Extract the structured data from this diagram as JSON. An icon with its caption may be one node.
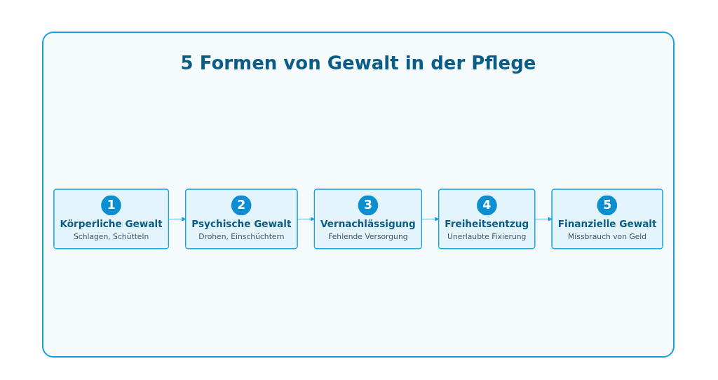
{
  "diagram": {
    "title": "5 Formen von Gewalt in der Pflege",
    "nodes": [
      {
        "text": [
          "1",
          "Körperliche Gewalt",
          "Schlagen, Schütteln"
        ]
      },
      {
        "text": [
          "2",
          "Psychische Gewalt",
          "Drohen, Einschüchtern"
        ]
      },
      {
        "text": [
          "3",
          "Vernachlässigung",
          "Fehlende Versorgung"
        ]
      },
      {
        "text": [
          "4",
          "Freiheitsentzug",
          "Unerlaubte Fixierung"
        ]
      },
      {
        "text": [
          "5",
          "Finanzielle Gewalt",
          "Missbrauch von Geld"
        ]
      }
    ],
    "edges": [
      {
        "from": 0,
        "to": 1,
        "arrow": "to"
      },
      {
        "from": 1,
        "to": 2,
        "arrow": "to"
      },
      {
        "from": 2,
        "to": 3,
        "arrow": "to"
      },
      {
        "from": 3,
        "to": 4,
        "arrow": "to"
      }
    ]
  }
}
